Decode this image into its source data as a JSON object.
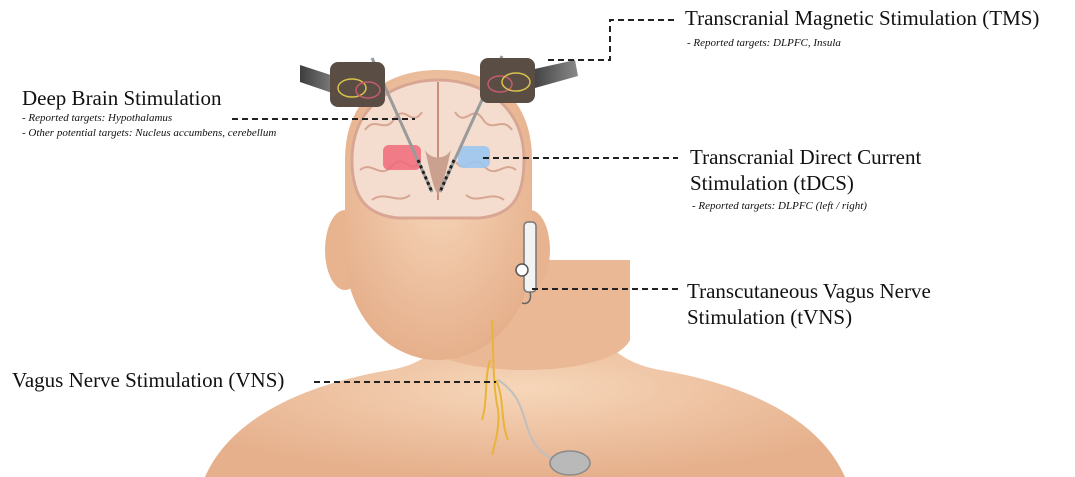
{
  "tms": {
    "title": "Transcranial Magnetic Stimulation (TMS)",
    "targets": "- Reported targets: DLPFC, Insula"
  },
  "dbs": {
    "title": "Deep Brain Stimulation",
    "targets": "- Reported targets: Hypothalamus",
    "other_targets": "- Other potential targets: Nucleus accumbens, cerebellum"
  },
  "tdcs": {
    "title_line1": "Transcranial Direct Current",
    "title_line2": "Stimulation (tDCS)",
    "targets": "- Reported targets: DLPFC (left / right)"
  },
  "tvns": {
    "title_line1": "Transcutaneous Vagus Nerve",
    "title_line2": "Stimulation (tVNS)"
  },
  "vns": {
    "title": "Vagus Nerve Stimulation (VNS)"
  },
  "colors": {
    "skin": "#f2c9a6",
    "skin_shadow": "#dca47f",
    "brain": "#f4ddcf",
    "brain_cortex": "#d9a694",
    "electrode_red": "#f06a7a",
    "electrode_blue": "#9cc6ee",
    "coil": "#5a4e44",
    "nerve": "#e8b43a",
    "leader": "#222222"
  }
}
